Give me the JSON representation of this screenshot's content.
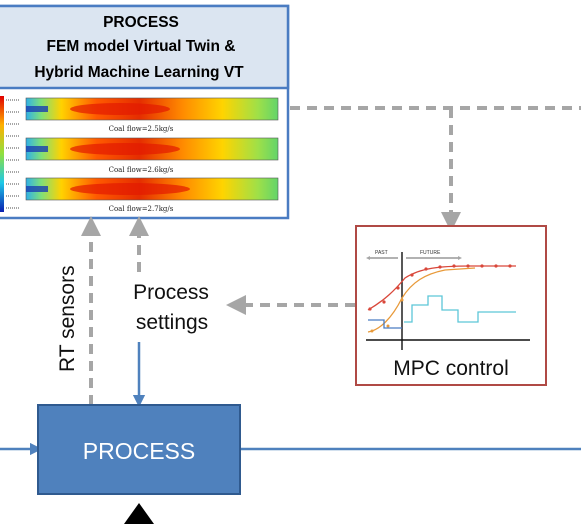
{
  "twin_panel": {
    "title_line1": "PROCESS",
    "title_line2": "FEM model Virtual Twin   &",
    "title_line3": "Hybrid Machine Learning VT",
    "simulations": [
      {
        "caption": "Coal flow=2.5kg/s"
      },
      {
        "caption": "Coal flow=2.6kg/s"
      },
      {
        "caption": "Coal flow=2.7kg/s"
      }
    ]
  },
  "mpc": {
    "label": "MPC control",
    "past_label": "PAST",
    "future_label": "FUTURE"
  },
  "labels": {
    "rt_sensors": "RT sensors",
    "process_settings_line1": "Process",
    "process_settings_line2": "settings"
  },
  "process_block": {
    "label": "PROCESS"
  },
  "colors": {
    "panel_border": "#4a7cc2",
    "panel_header": "#dbe5f1",
    "dashed_arrow": "#a6a6a6",
    "mpc_border": "#b04a45",
    "process_fill": "#4f81bd",
    "process_border": "#2f5a8f",
    "flow_line": "#4f81bd"
  }
}
